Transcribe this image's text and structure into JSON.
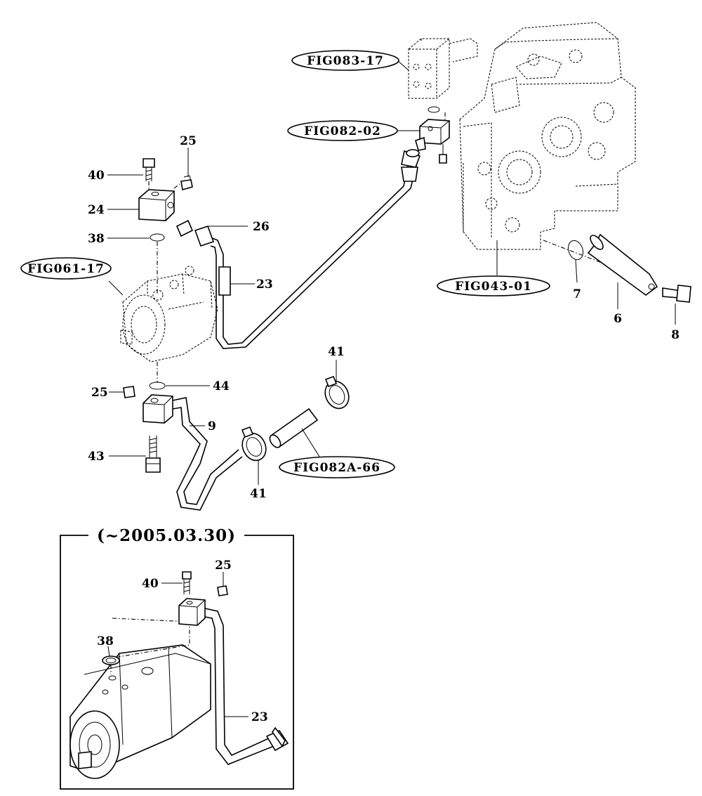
{
  "part_labels": {
    "p25_top": "25",
    "p40_top": "40",
    "p24": "24",
    "p26": "26",
    "p38_top": "38",
    "p23_main": "23",
    "p7": "7",
    "p6": "6",
    "p8": "8",
    "p41_right": "41",
    "p44": "44",
    "p25_mid": "25",
    "p9": "9",
    "p43": "43",
    "p41_bottom": "41",
    "p40_inset": "40",
    "p25_inset": "25",
    "p38_inset": "38",
    "p23_inset": "23"
  },
  "figure_refs": {
    "fig083_17": "FIG083-17",
    "fig082_02": "FIG082-02",
    "fig061_17": "FIG061-17",
    "fig043_01": "FIG043-01",
    "fig082a_66": "FIG082A-66"
  },
  "inset": {
    "date_range": "(~2005.03.30)"
  }
}
